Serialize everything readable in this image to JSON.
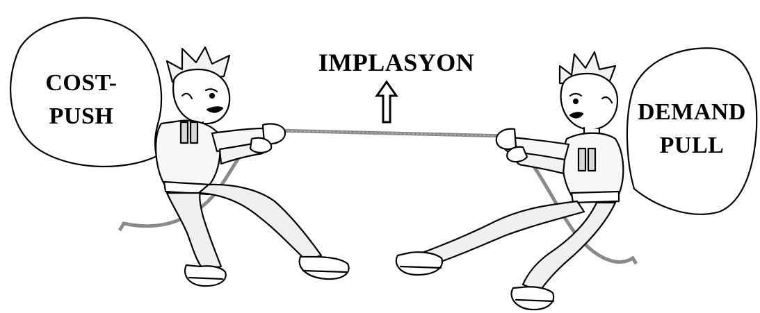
{
  "title": "IMPLASYON",
  "left_bubble": {
    "line1": "COST-",
    "line2": "PUSH"
  },
  "right_bubble": {
    "line1": "DEMAND",
    "line2": "PULL"
  },
  "colors": {
    "ink": "#000000",
    "rope": "#8a8a8a",
    "shirt_shade": "#d9d9d9",
    "pants_shade": "#e6e6e6"
  },
  "icons": [
    "up-arrow-icon",
    "left-speech-bubble",
    "right-speech-bubble",
    "left-person-figure",
    "right-person-figure",
    "rope"
  ]
}
